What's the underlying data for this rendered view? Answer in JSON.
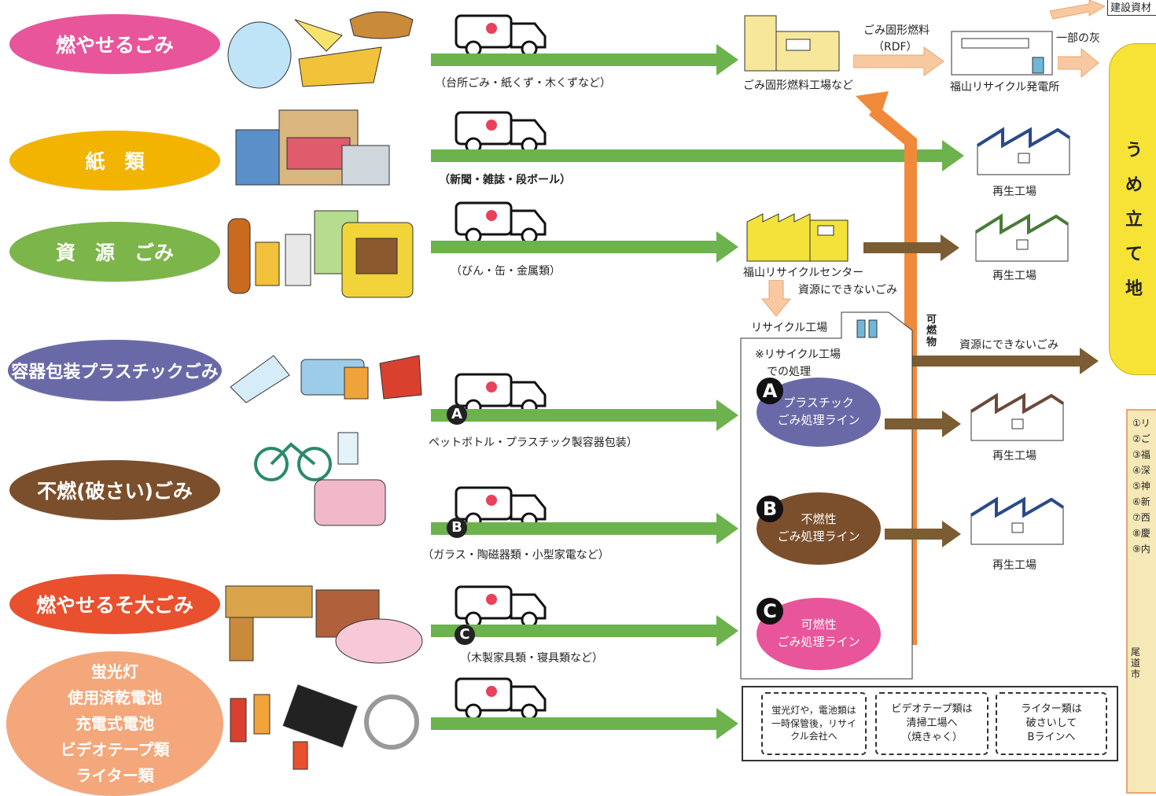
{
  "categories": [
    {
      "label": "燃やせるごみ",
      "color": "#e8559a",
      "items": "（台所ごみ・紙くず・木くずなど）"
    },
    {
      "label": "紙　類",
      "color": "#f2b400",
      "items": "（新聞・雑誌・段ボール）"
    },
    {
      "label": "資　源　ごみ",
      "color": "#7cb54a",
      "items": "（びん・缶・金属類）"
    },
    {
      "label": "容器包装プラスチックごみ",
      "color": "#6a69a8",
      "items": "ペットボトル・プラスチック製容器包装）",
      "marker": "A"
    },
    {
      "label": "不燃(破さい)ごみ",
      "color": "#7b4f2c",
      "items": "（ガラス・陶磁器類・小型家電など）",
      "marker": "B"
    },
    {
      "label": "燃やせるそ大ごみ",
      "color": "#e8502e",
      "items": "（木製家具類・寝具類など）",
      "marker": "C"
    },
    {
      "lines": [
        "蛍光灯",
        "使用済乾電池",
        "充電式電池",
        "ビデオテープ類",
        "ライター類"
      ],
      "color": "#f4a77a"
    }
  ],
  "facilities": {
    "rdf_plant": "ごみ固形燃料工場など",
    "rdf_label": "ごみ固形燃料",
    "rdf_abbrev": "（RDF）",
    "power_plant": "福山リサイクル発電所",
    "ash_label": "一部の灰",
    "construction": "建設資材",
    "recycle_center": "福山リサイクルセンター",
    "unrecyclable": "資源にできないごみ",
    "recycle_plant": "リサイクル工場",
    "recycle_plant_note_1": "※リサイクル工場",
    "recycle_plant_note_2": "での処理",
    "regen_plant": "再生工場",
    "combustible": [
      "可",
      "燃",
      "物"
    ],
    "unrecyclable_2": "資源にできないごみ"
  },
  "lines": [
    {
      "marker": "A",
      "label_1": "プラスチック",
      "label_2": "ごみ処理ライン",
      "color": "#6a69a8"
    },
    {
      "marker": "B",
      "label_1": "不燃性",
      "label_2": "ごみ処理ライン",
      "color": "#7b4f2c"
    },
    {
      "marker": "C",
      "label_1": "可燃性",
      "label_2": "ごみ処理ライン",
      "color": "#e8559a"
    }
  ],
  "landfill": {
    "chars": [
      "う",
      "め",
      "立",
      "て",
      "地"
    ],
    "color": "#f7e236"
  },
  "notes": [
    {
      "lines": [
        "蛍光灯や，電池類は",
        "一時保管後，リサイ",
        "クル会社へ"
      ]
    },
    {
      "lines": [
        "ビデオテープ類は",
        "清掃工場へ",
        "（焼きゃく）"
      ]
    },
    {
      "lines": [
        "ライター類は",
        "破さいして",
        "Bラインへ"
      ]
    }
  ],
  "side_list": [
    "①リ",
    "②ご",
    "③福",
    "④深",
    "⑤神",
    "⑥新",
    "⑦西",
    "⑧慶",
    "⑨内"
  ],
  "side_city": [
    "尾",
    "道",
    "市"
  ]
}
